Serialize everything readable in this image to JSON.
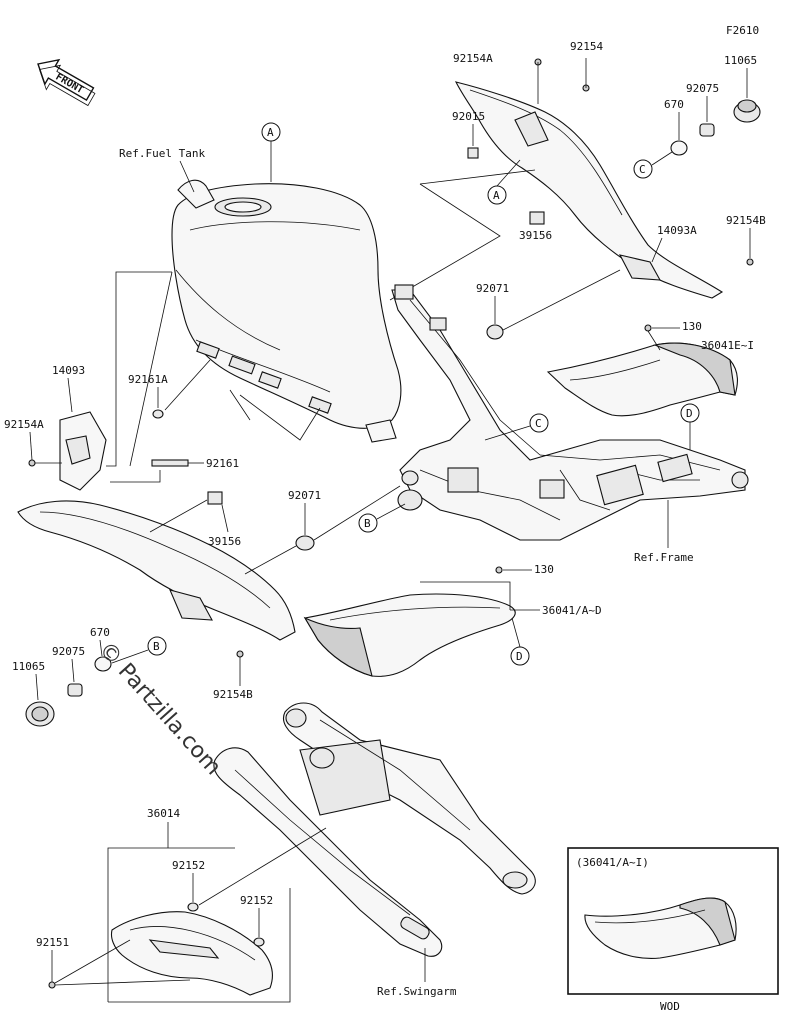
{
  "figure_code": "F2610",
  "front_label": "FRONT",
  "refs": {
    "fuel_tank": "Ref.Fuel Tank",
    "frame": "Ref.Frame",
    "swingarm": "Ref.Swingarm"
  },
  "parts": {
    "p92154A_top": "92154A",
    "p92154_top": "92154",
    "p11065_right": "11065",
    "p92075_right": "92075",
    "p670_right": "670",
    "p92015": "92015",
    "p39156_right": "39156",
    "p14093A": "14093A",
    "p92154B_right": "92154B",
    "p92071_right": "92071",
    "p130_upper": "130",
    "p36041EI": "36041E~I",
    "p14093": "14093",
    "p92161A": "92161A",
    "p92154A_left": "92154A",
    "p92161": "92161",
    "p92071_mid": "92071",
    "p39156_left": "39156",
    "p130_lower": "130",
    "p36041AD": "36041/A~D",
    "p670_left": "670",
    "p92075_left": "92075",
    "p11065_left": "11065",
    "p92154B_left": "92154B",
    "p36014": "36014",
    "p92152_a": "92152",
    "p92152_b": "92152",
    "p92151": "92151"
  },
  "callouts": {
    "a": "A",
    "b": "B",
    "c": "C",
    "d": "D"
  },
  "inset": {
    "title": "(36041/A~I)",
    "caption": "WOD"
  },
  "watermark": "© Partzilla.com"
}
